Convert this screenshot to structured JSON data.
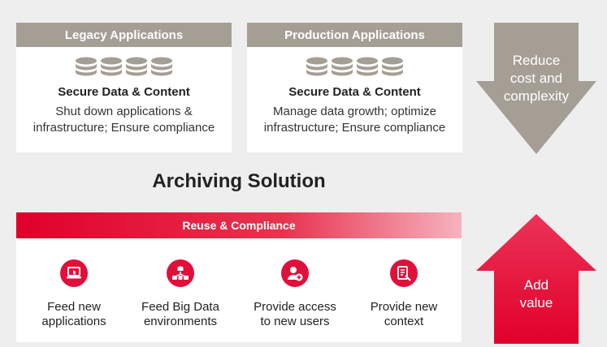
{
  "legacy": {
    "header": "Legacy Applications",
    "subtitle": "Secure Data & Content",
    "desc_line1": "Shut down applications &",
    "desc_line2": "infrastructure; Ensure compliance"
  },
  "production": {
    "header": "Production Applications",
    "subtitle": "Secure Data & Content",
    "desc_line1": "Manage data growth; optimize",
    "desc_line2": "infrastructure; Ensure compliance"
  },
  "reduce_arrow": {
    "line1": "Reduce",
    "line2": "cost and",
    "line3": "complexity"
  },
  "add_arrow": {
    "line1": "Add",
    "line2": "value"
  },
  "archiving_title": "Archiving Solution",
  "reuse": {
    "header": "Reuse & Compliance",
    "items": [
      {
        "line1": "Feed new",
        "line2": "applications",
        "icon": "laptop-icon"
      },
      {
        "line1": "Feed Big Data",
        "line2": "environments",
        "icon": "database-network-icon"
      },
      {
        "line1": "Provide access",
        "line2": "to new users",
        "icon": "user-add-icon"
      },
      {
        "line1": "Provide new",
        "line2": "context",
        "icon": "document-edit-icon"
      }
    ]
  },
  "colors": {
    "gray_header": "#a59e95",
    "red": "#e0103a",
    "arrow_gray": "#a59e95",
    "background": "#efeeee"
  }
}
